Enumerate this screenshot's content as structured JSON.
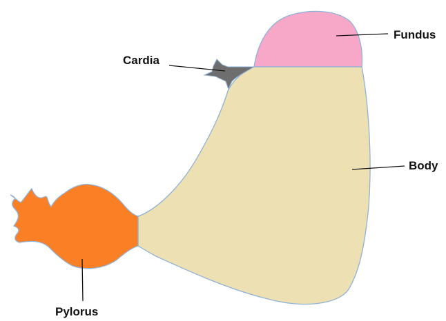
{
  "labels": {
    "fundus": "Fundus",
    "cardia": "Cardia",
    "body": "Body",
    "pylorus": "Pylorus"
  },
  "colors": {
    "fundus": "#F7A8C8",
    "body": "#EDE0B2",
    "pylorus": "#FB7F24",
    "cardia": "#6E6E6E",
    "outline": "#8FB2D6",
    "leader_line": "#111111"
  }
}
